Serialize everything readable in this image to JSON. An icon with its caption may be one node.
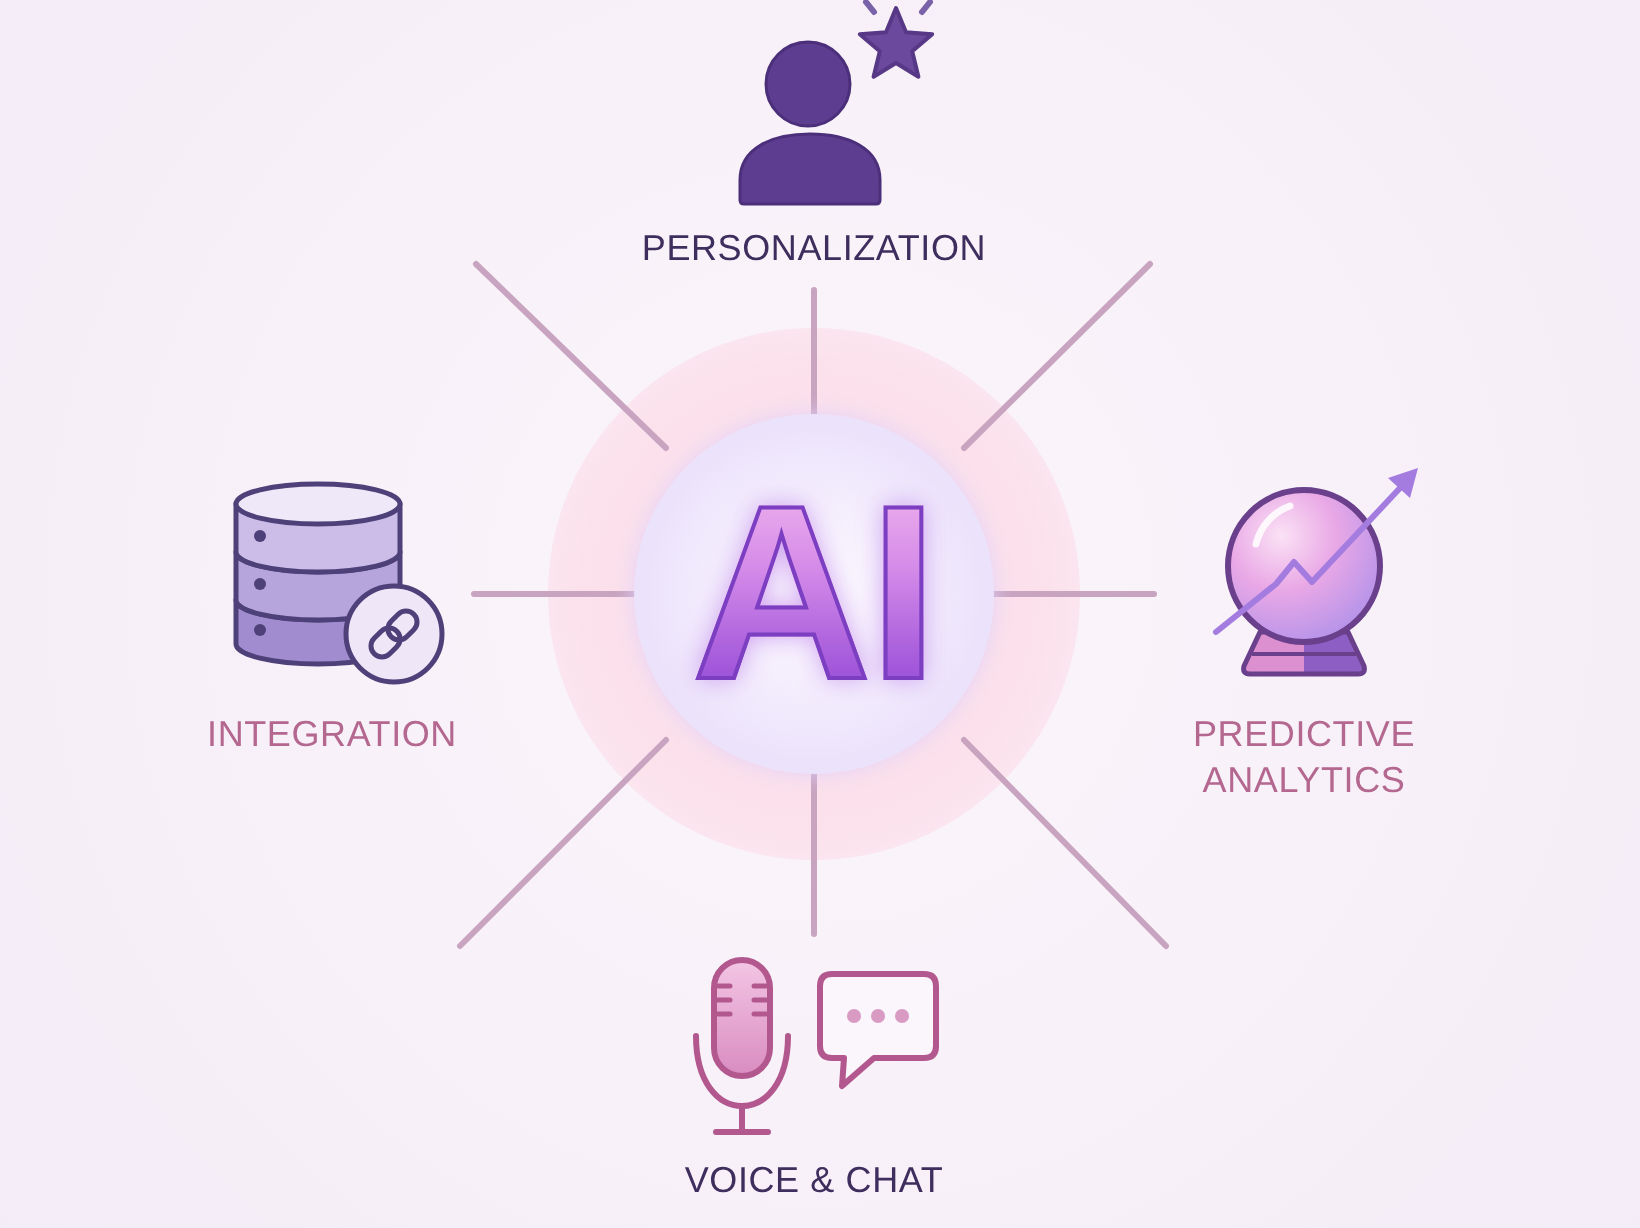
{
  "diagram": {
    "nodes": [
      {
        "text": [
          "PERSONALIZATION"
        ]
      },
      {
        "text": [
          "INTEGRATION"
        ]
      },
      {
        "text": [
          "AI"
        ]
      },
      {
        "text": [
          "PREDICTIVE ANALYTICS"
        ]
      },
      {
        "text": [
          "VOICE & CHAT"
        ]
      }
    ],
    "edges": [
      {
        "from": 2,
        "to": 0,
        "arrow": "none"
      },
      {
        "from": 2,
        "to": 1,
        "arrow": "none"
      },
      {
        "from": 2,
        "to": 3,
        "arrow": "none"
      },
      {
        "from": 2,
        "to": 4,
        "arrow": "none"
      }
    ]
  }
}
